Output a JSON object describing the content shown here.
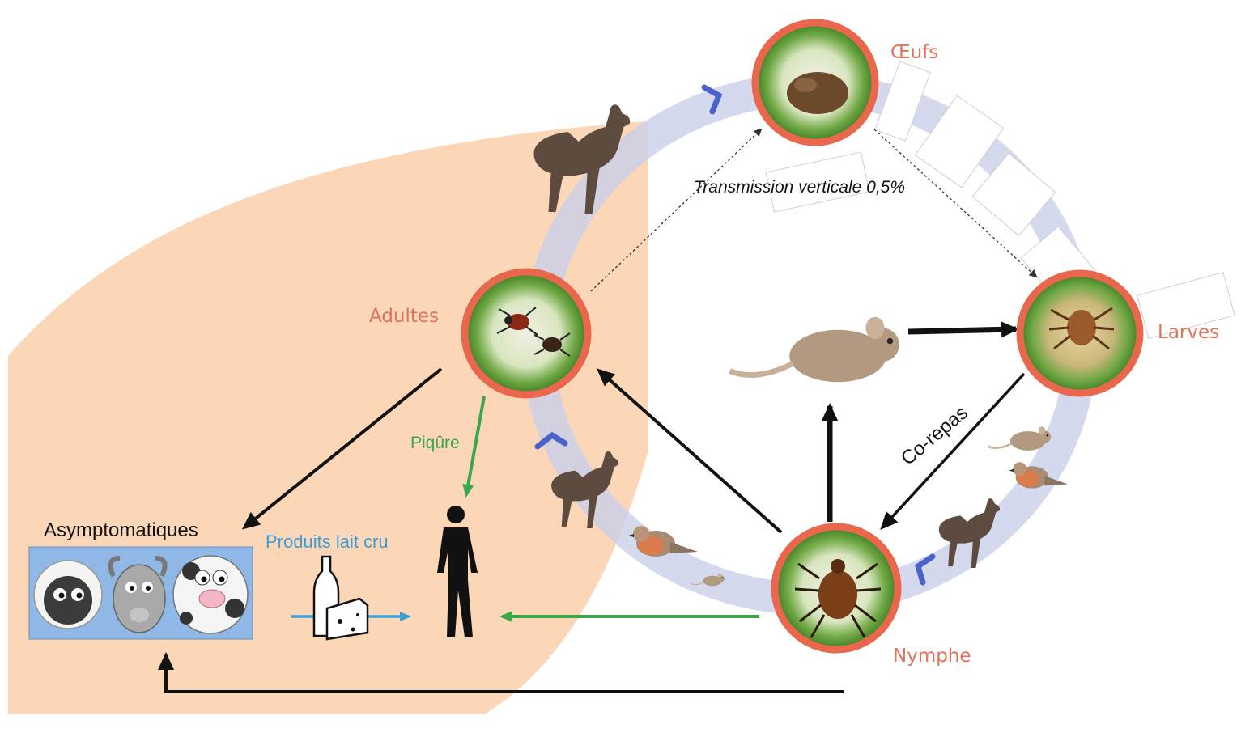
{
  "colors": {
    "orange_zone": "#fbd7b8",
    "cycle_ring": "#d3d8ee",
    "stage_border": "#e8674d",
    "stage_label": "#e0735a",
    "green_arrow": "#3aa84a",
    "blue_arrow": "#3a9fd8",
    "black_arrow": "#111111",
    "animal_brown": "#5e4b40",
    "mouse_tan": "#b19a80"
  },
  "stages": {
    "eggs": "Œufs",
    "larvae": "Larves",
    "nymph": "Nymphe",
    "adults": "Adultes"
  },
  "labels": {
    "vertical_transmission": "Transmission verticale 0,5%",
    "cofeeding": "Co-repas",
    "bite": "Piqûre",
    "raw_milk": "Produits lait cru",
    "asymptomatic": "Asymptomatiques"
  },
  "icons": {
    "hosts": [
      "deer-icon",
      "mouse-icon",
      "bird-icon"
    ],
    "livestock": [
      "sheep-icon",
      "goat-icon",
      "cow-icon"
    ],
    "human": "human-silhouette-icon",
    "food": [
      "milk-bottle-icon",
      "cheese-icon"
    ],
    "ticks": [
      "tick-eggs-icon",
      "larva-tick-icon",
      "nymph-tick-icon",
      "adult-ticks-icon"
    ]
  }
}
